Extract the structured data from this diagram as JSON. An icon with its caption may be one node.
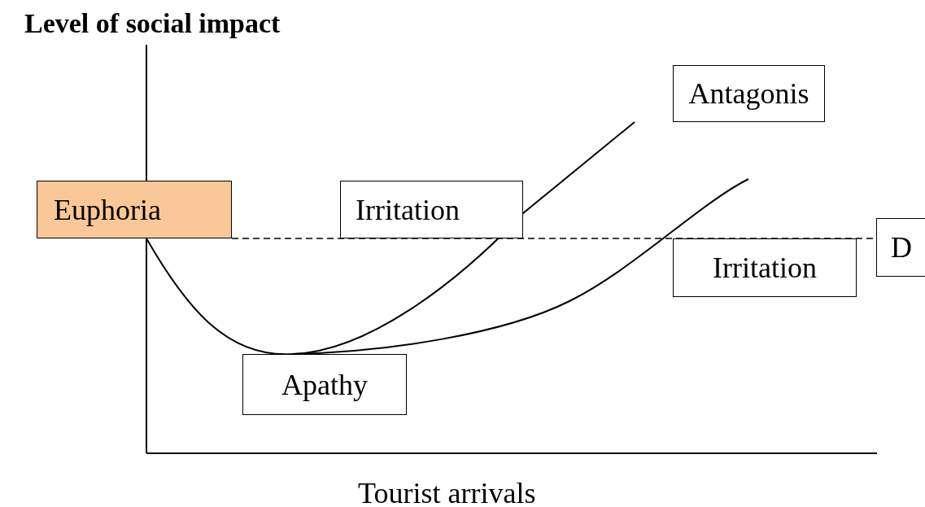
{
  "diagram": {
    "nodes": [
      {
        "text": [
          "Euphoria"
        ]
      },
      {
        "text": [
          "Irritation"
        ]
      },
      {
        "text": [
          "Antagonis"
        ]
      },
      {
        "text": [
          "Irritation"
        ]
      },
      {
        "text": [
          "D"
        ]
      },
      {
        "text": [
          "Apathy"
        ]
      }
    ],
    "edges": [
      {
        "from": 0,
        "to": 4,
        "arrow": "none",
        "style": "dashed"
      }
    ],
    "labels": [
      "Level of social impact",
      "Tourist arrivals"
    ]
  }
}
